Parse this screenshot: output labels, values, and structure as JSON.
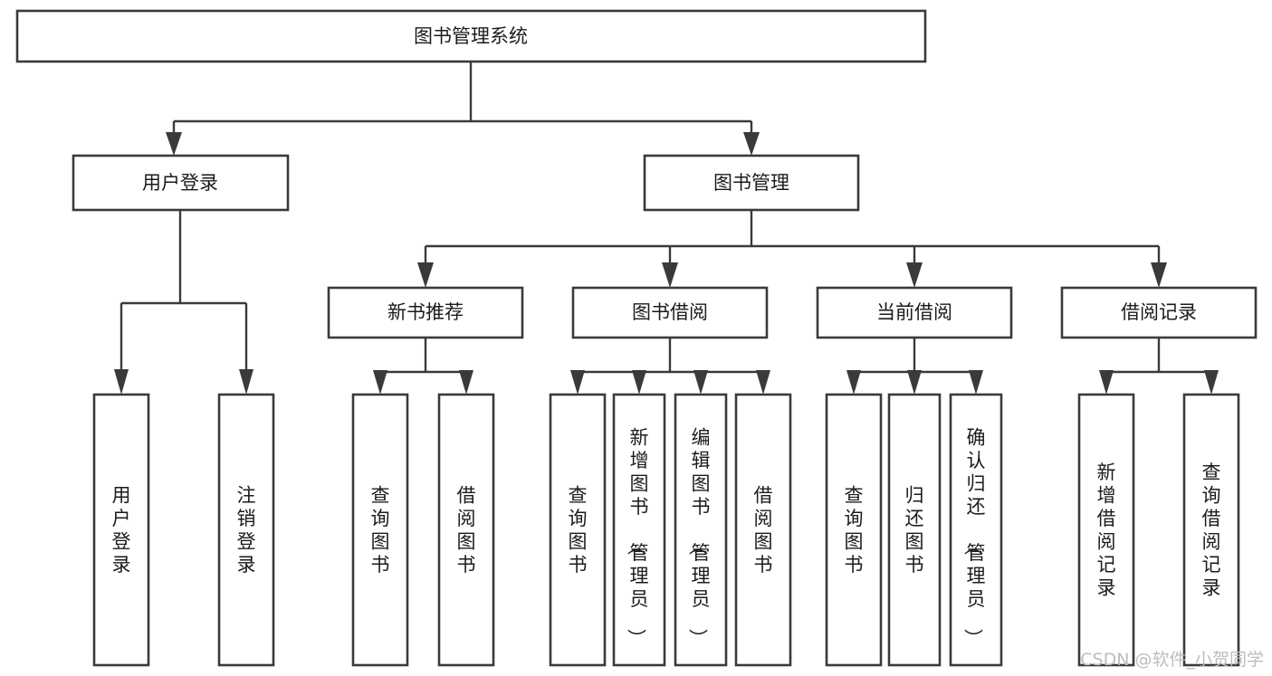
{
  "diagram": {
    "type": "tree-hierarchy-flowchart",
    "title": "图书管理系统",
    "orientation": "top-down",
    "background_color": "#ffffff",
    "line_color": "#3a3a3a",
    "box_fill": "#ffffff",
    "text_color": "#1b1b1b",
    "levels": [
      {
        "level": 1,
        "nodes": [
          {
            "id": "root",
            "label": "图书管理系统",
            "text_orientation": "horizontal"
          }
        ]
      },
      {
        "level": 2,
        "nodes": [
          {
            "id": "user-login",
            "label": "用户登录",
            "parent": "root",
            "text_orientation": "horizontal"
          },
          {
            "id": "book-manage",
            "label": "图书管理",
            "parent": "root",
            "text_orientation": "horizontal"
          }
        ]
      },
      {
        "level": 3,
        "nodes": [
          {
            "id": "new-book-rec",
            "label": "新书推荐",
            "parent": "book-manage",
            "text_orientation": "horizontal"
          },
          {
            "id": "book-borrow",
            "label": "图书借阅",
            "parent": "book-manage",
            "text_orientation": "horizontal"
          },
          {
            "id": "current-borrow",
            "label": "当前借阅",
            "parent": "book-manage",
            "text_orientation": "horizontal"
          },
          {
            "id": "borrow-record",
            "label": "借阅记录",
            "parent": "book-manage",
            "text_orientation": "horizontal"
          }
        ]
      },
      {
        "level": 4,
        "nodes": [
          {
            "id": "leaf-user-login",
            "label": "用户登录",
            "parent": "user-login",
            "text_orientation": "vertical"
          },
          {
            "id": "leaf-user-logout",
            "label": "注销登录",
            "parent": "user-login",
            "text_orientation": "vertical"
          },
          {
            "id": "leaf-rec-query",
            "label": "查询图书",
            "parent": "new-book-rec",
            "text_orientation": "vertical"
          },
          {
            "id": "leaf-rec-borrow",
            "label": "借阅图书",
            "parent": "new-book-rec",
            "text_orientation": "vertical"
          },
          {
            "id": "leaf-borrow-query",
            "label": "查询图书",
            "parent": "book-borrow",
            "text_orientation": "vertical"
          },
          {
            "id": "leaf-borrow-add",
            "label": "新增图书（管理员）",
            "parent": "book-borrow",
            "text_orientation": "vertical"
          },
          {
            "id": "leaf-borrow-edit",
            "label": "编辑图书（管理员）",
            "parent": "book-borrow",
            "text_orientation": "vertical"
          },
          {
            "id": "leaf-borrow-do",
            "label": "借阅图书",
            "parent": "book-borrow",
            "text_orientation": "vertical"
          },
          {
            "id": "leaf-cur-query",
            "label": "查询图书",
            "parent": "current-borrow",
            "text_orientation": "vertical"
          },
          {
            "id": "leaf-cur-return",
            "label": "归还图书",
            "parent": "current-borrow",
            "text_orientation": "vertical"
          },
          {
            "id": "leaf-cur-confirm",
            "label": "确认归还（管理员）",
            "parent": "current-borrow",
            "text_orientation": "vertical"
          },
          {
            "id": "leaf-rec-add",
            "label": "新增借阅记录",
            "parent": "borrow-record",
            "text_orientation": "vertical"
          },
          {
            "id": "leaf-rec-search",
            "label": "查询借阅记录",
            "parent": "borrow-record",
            "text_orientation": "vertical"
          }
        ]
      }
    ]
  },
  "watermark": {
    "text": "CSDN @软件_小贺同学"
  }
}
